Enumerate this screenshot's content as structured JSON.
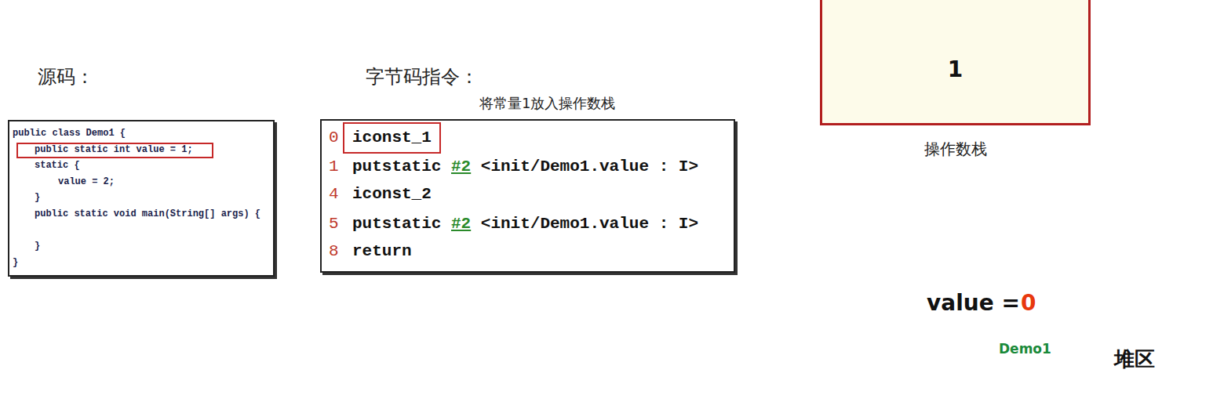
{
  "diagram": {
    "nodes": [
      {
        "text": [
          "public class Demo1 {",
          "public static int value = 1;",
          "static {",
          "value = 2;",
          "}",
          "public static void main(String[] args) {",
          "}",
          "}"
        ]
      },
      {
        "text": [
          "0",
          "iconst_1",
          "1",
          "putstatic",
          "#2",
          "<init/Demo1.value : I>",
          "4",
          "iconst_2",
          "5",
          "putstatic",
          "#2",
          "<init/Demo1.value : I>",
          "8",
          "return"
        ]
      },
      {
        "text": [
          "将常量1放入操作数栈"
        ]
      },
      {
        "text": [
          "1",
          "操作数栈"
        ]
      },
      {
        "text": [
          "堆区"
        ]
      },
      {
        "text": [
          "value =",
          "0",
          "Demo1"
        ],
        "in": 4
      }
    ],
    "labels": [
      "源码：",
      "字节码指令："
    ]
  }
}
